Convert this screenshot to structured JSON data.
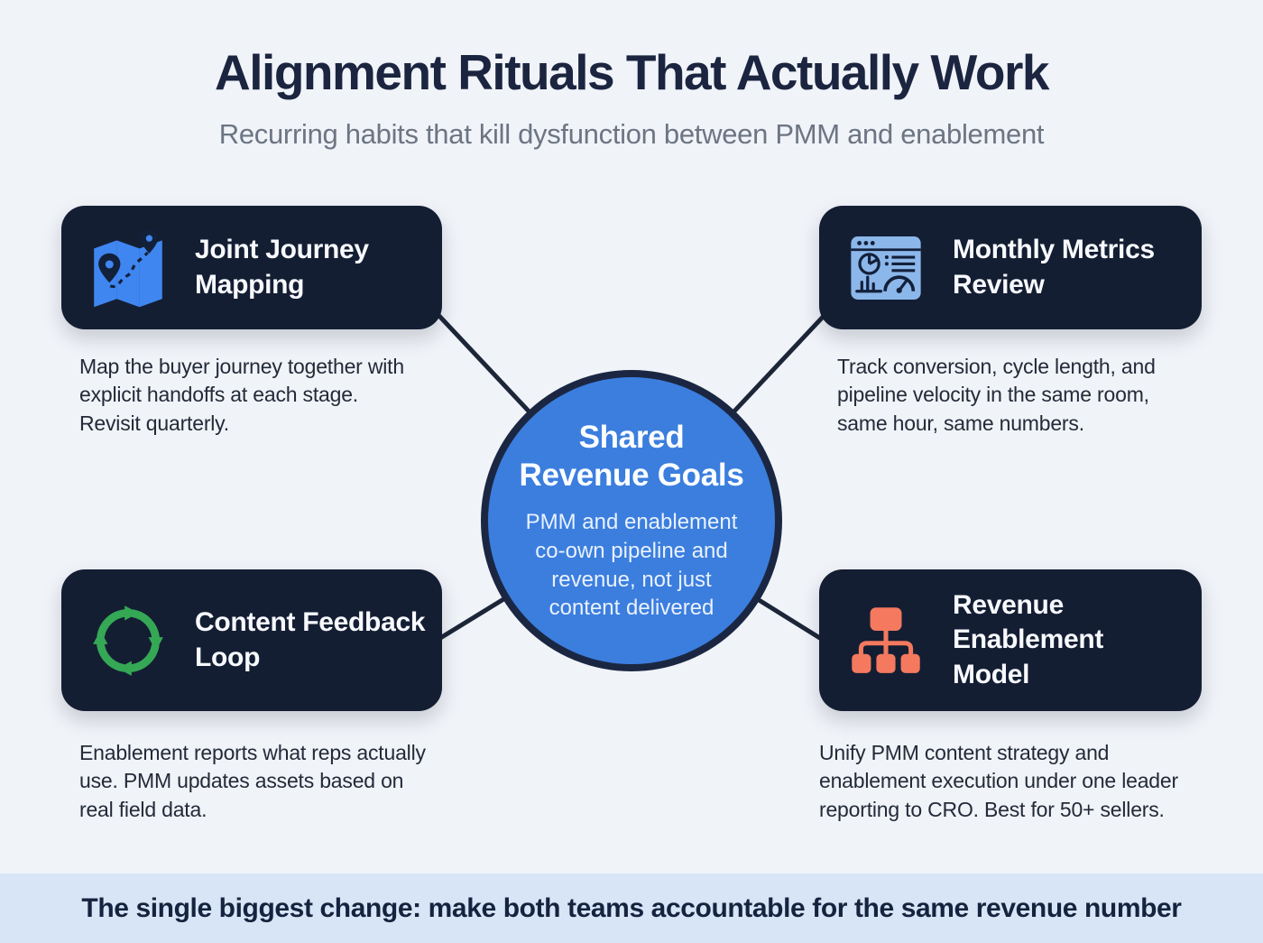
{
  "header": {
    "title": "Alignment Rituals That Actually Work",
    "subtitle": "Recurring habits that kill dysfunction between PMM and enablement"
  },
  "cards": [
    {
      "icon": "journey-map-icon",
      "title": "Joint Journey Mapping",
      "description": "Map the buyer journey together with explicit handoffs at each stage. Revisit quarterly."
    },
    {
      "icon": "metrics-dashboard-icon",
      "title": "Monthly Metrics Review",
      "description": "Track conversion, cycle length, and pipeline velocity in the same room, same hour, same numbers."
    },
    {
      "icon": "feedback-loop-icon",
      "title": "Content Feedback Loop",
      "description": "Enablement reports what reps actually use. PMM updates assets based on real field data."
    },
    {
      "icon": "org-chart-icon",
      "title": "Revenue Enablement Model",
      "description": "Unify PMM content strategy and enablement execution under one leader reporting to CRO. Best for 50+ sellers."
    }
  ],
  "center": {
    "heading_lines": [
      "Shared",
      "Revenue Goals"
    ],
    "body": "PMM and enablement co-own pipeline and revenue, not just content delivered"
  },
  "footer": {
    "text": "The single biggest change: make both teams accountable for the same revenue number"
  },
  "colors": {
    "bg": "#f0f3f8",
    "card": "#141e33",
    "circle": "#3b7ede",
    "circle_border": "#1b2742",
    "line": "#1c2638",
    "banner_bg": "#d8e5f6",
    "title": "#1b2540",
    "subtitle": "#6c7583",
    "body": "#232a38",
    "map_blue": "#3f86f0",
    "panel_blue": "#8cb7ea",
    "green": "#35a855",
    "coral": "#f4795f"
  }
}
